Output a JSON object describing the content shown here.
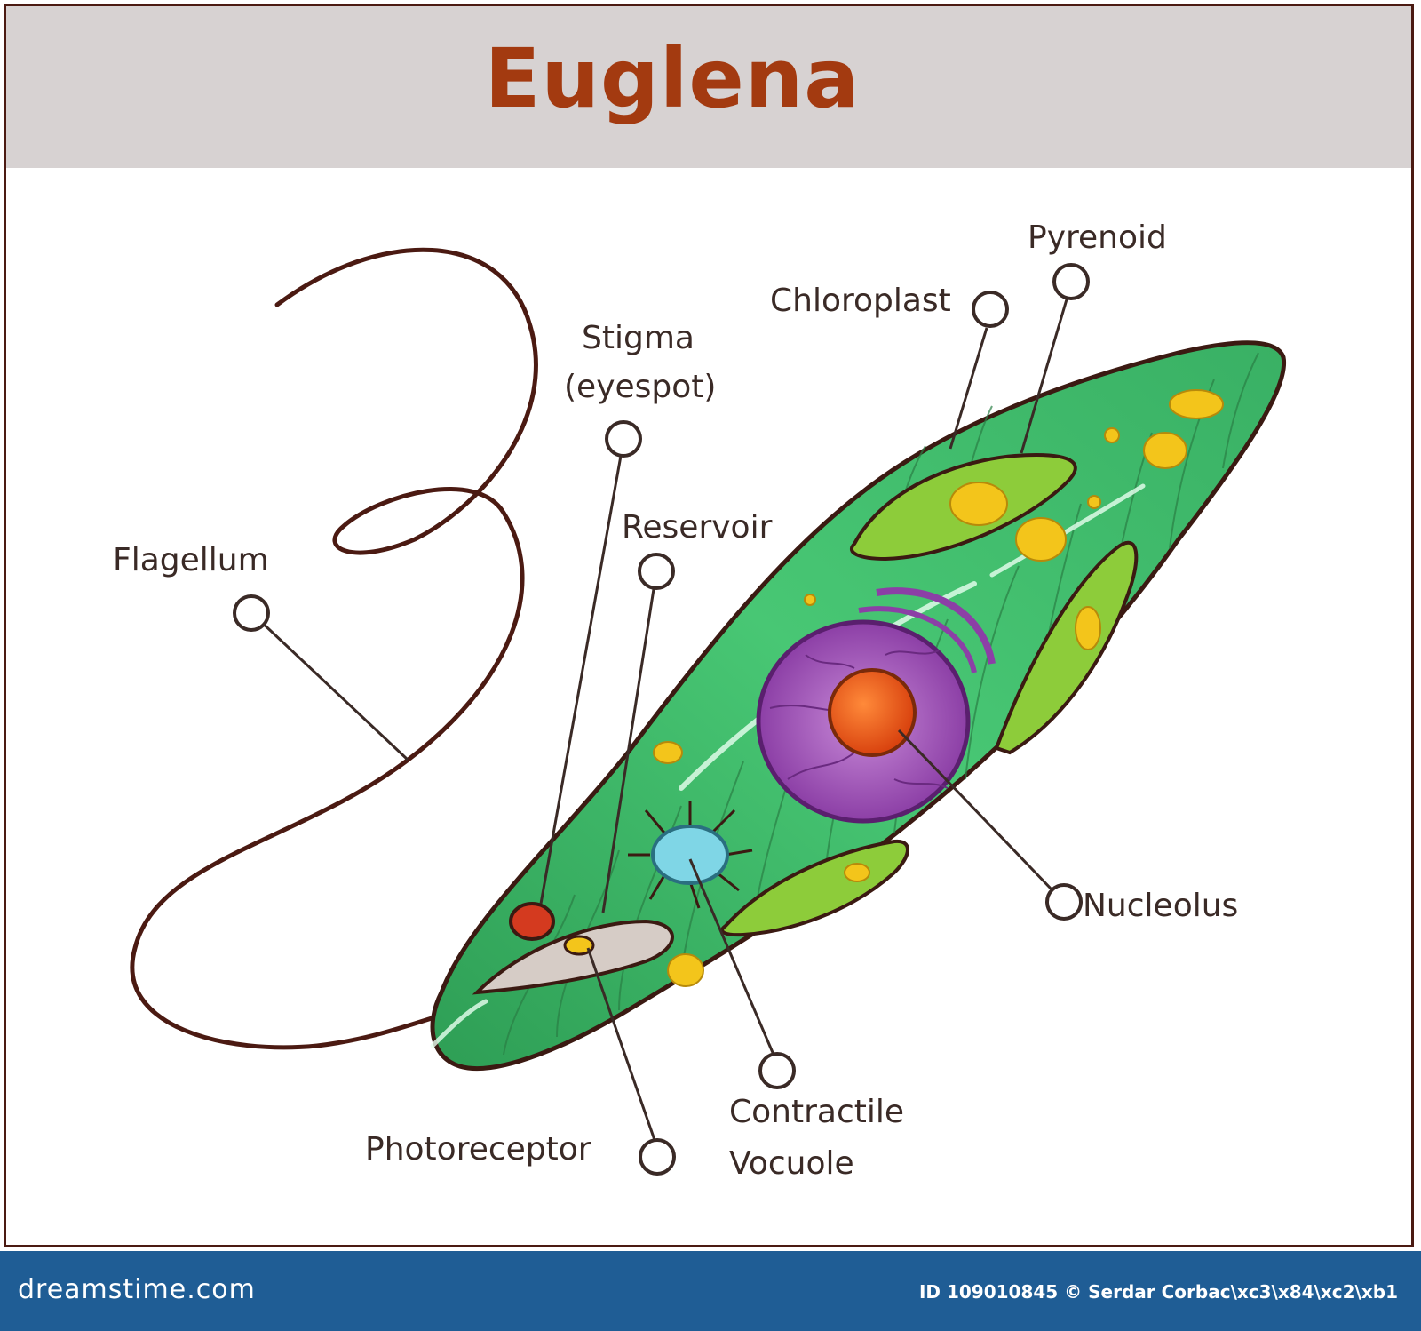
{
  "title": "Euglena",
  "labels": {
    "flagellum": "Flagellum",
    "stigma": "Stigma",
    "eyespot": "(eyespot)",
    "reservoir": "Reservoir",
    "chloroplast": "Chloroplast",
    "pyrenoid": "Pyrenoid",
    "nucleolus": "Nucleolus",
    "contractile": "Contractile",
    "vacuole": "Vocuole",
    "photoreceptor": "Photoreceptor"
  },
  "footer": {
    "site": "dreamstime.com",
    "credit": "ID 109010845 © Serdar Corbac\\xc3\\x84\\xc2\\xb1"
  },
  "colors": {
    "title": "#a33a10",
    "title_band": "#d7d2d2",
    "border": "#4b1a12",
    "cell_body": "#3fbf6a",
    "chloroplast": "#8dcc3a",
    "pyrenoid": "#f3c51b",
    "nucleus": "#a25ac0",
    "nucleolus": "#e4591c",
    "contractile_vacuole": "#7fd6e6",
    "stigma": "#d43a1f",
    "footer_bg": "#1f5d95"
  }
}
